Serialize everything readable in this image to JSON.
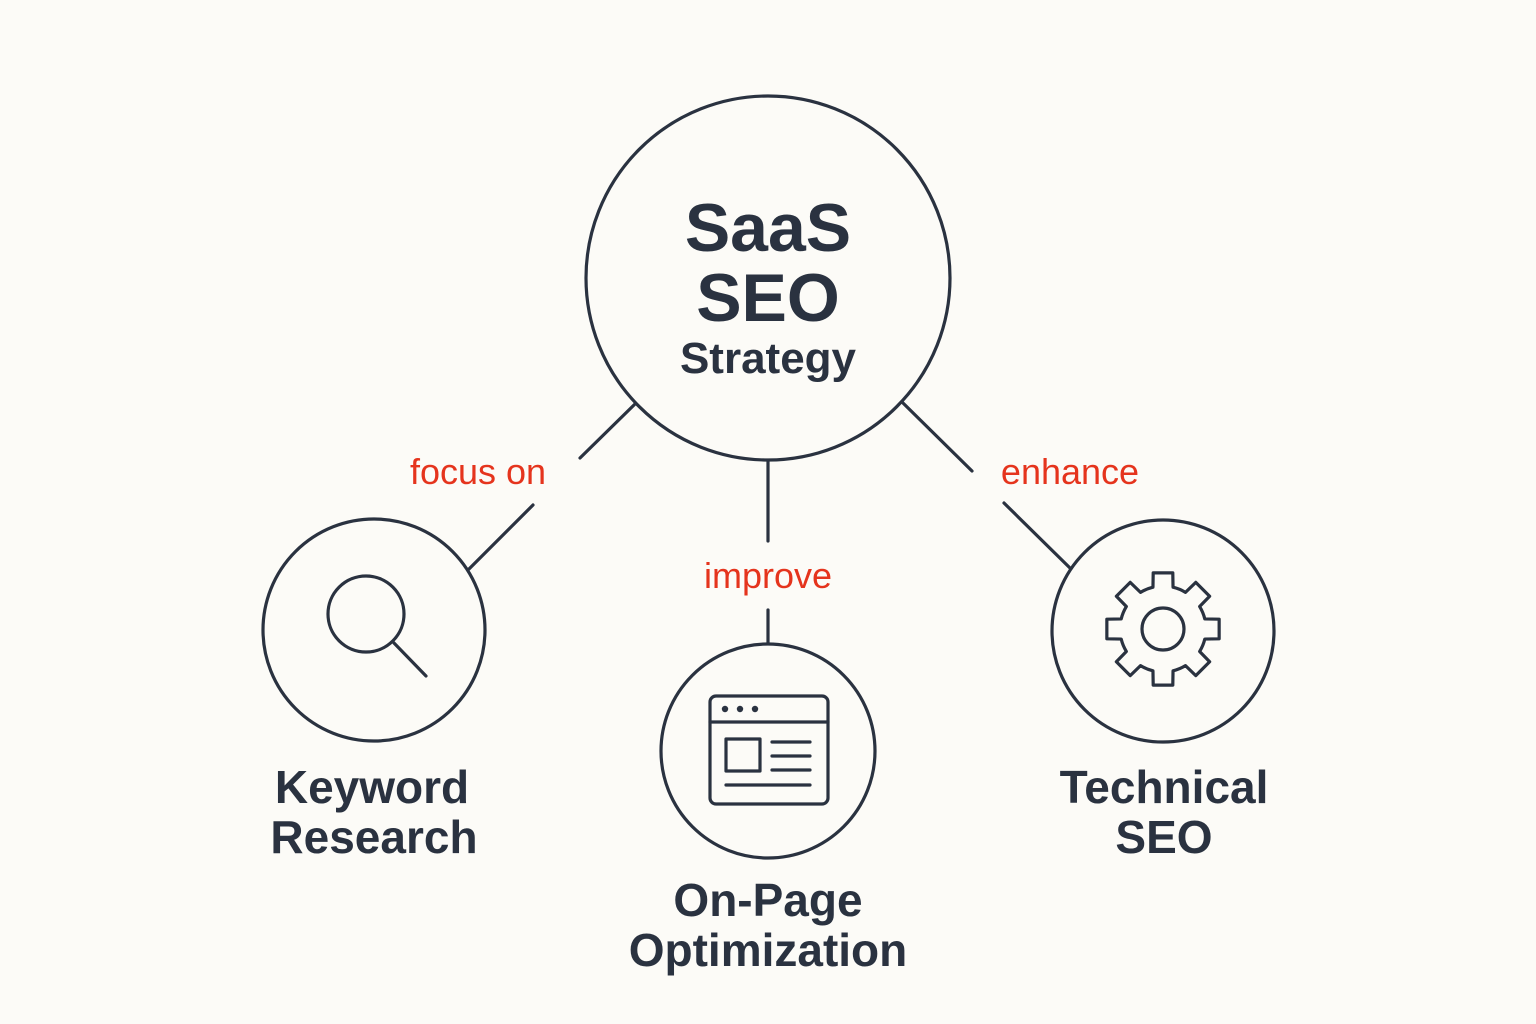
{
  "center": {
    "line1": "SaaS",
    "line2": "SEO",
    "line3": "Strategy"
  },
  "edges": {
    "left": "focus on",
    "middle": "improve",
    "right": "enhance"
  },
  "nodes": {
    "keyword": {
      "line1": "Keyword",
      "line2": "Research",
      "icon": "magnifier-icon"
    },
    "onpage": {
      "line1": "On-Page",
      "line2": "Optimization",
      "icon": "browser-window-icon"
    },
    "technical": {
      "line1": "Technical",
      "line2": "SEO",
      "icon": "gear-icon"
    }
  },
  "colors": {
    "ink": "#2a3240",
    "accent": "#e5341d",
    "background": "#fcfbf7"
  }
}
